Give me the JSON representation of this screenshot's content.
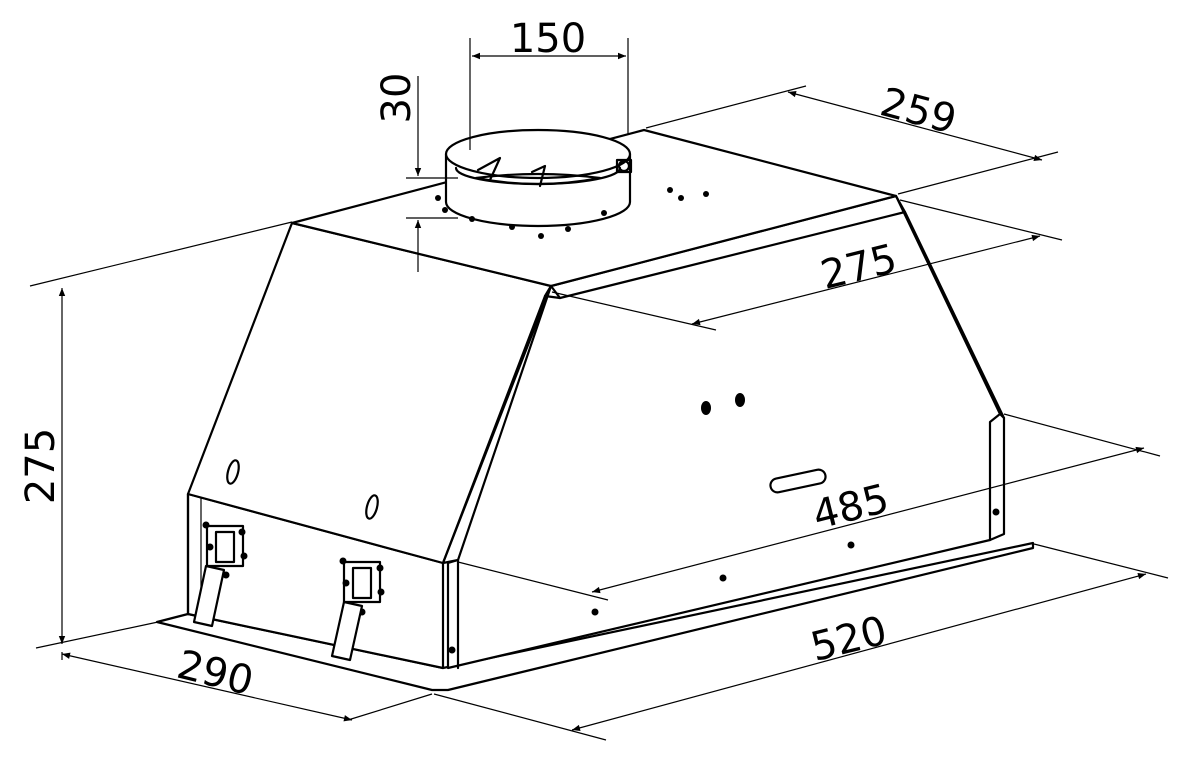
{
  "diagram": {
    "dimensions": {
      "outlet_diameter": "150",
      "outlet_height": "30",
      "top_depth": "259",
      "inner_depth": "275",
      "height": "275",
      "depth": "290",
      "inner_width": "485",
      "width": "520"
    },
    "colors": {
      "line": "#000000",
      "background": "#ffffff"
    }
  }
}
